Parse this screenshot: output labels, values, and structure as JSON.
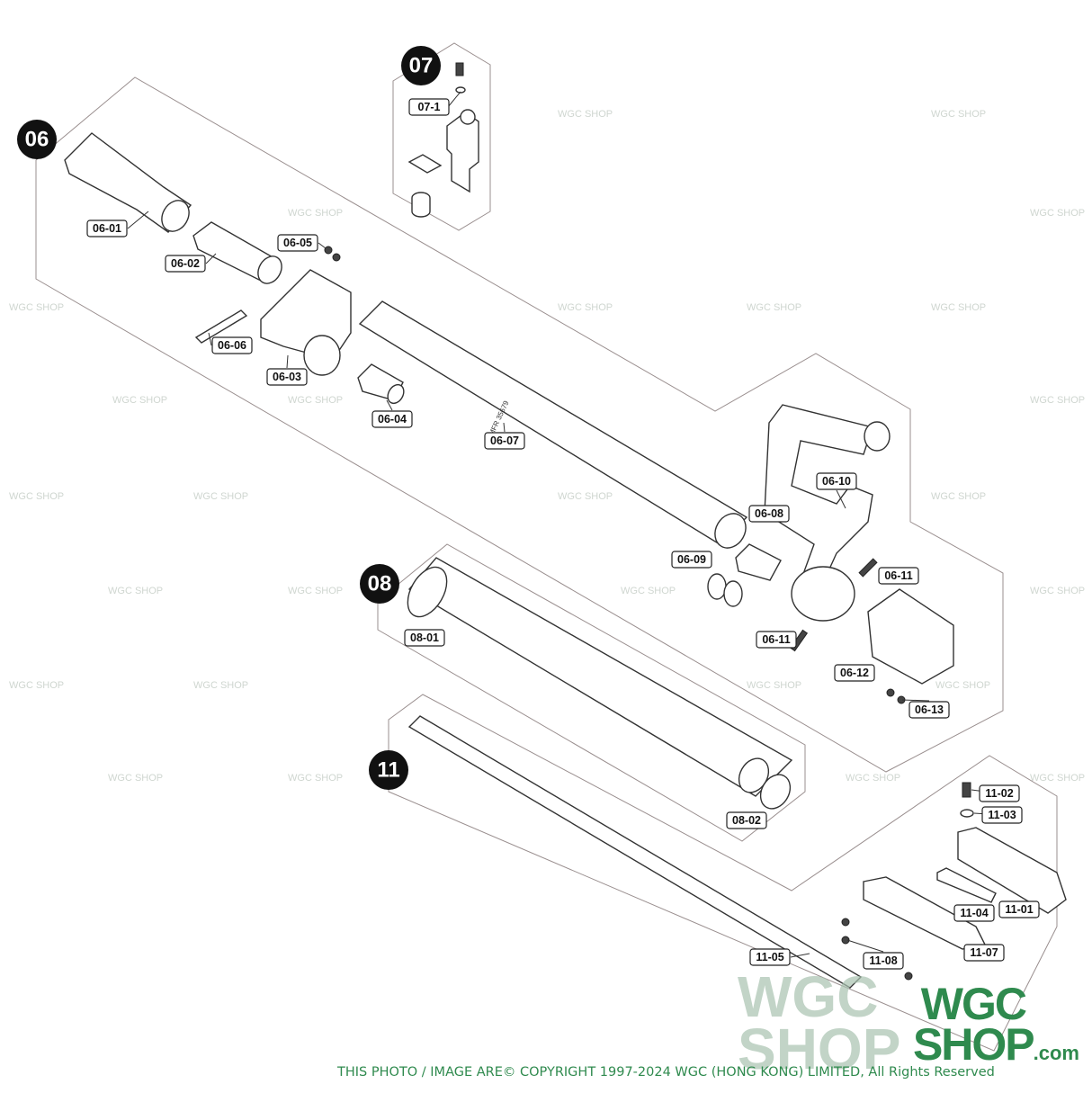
{
  "groups": [
    {
      "id": "06"
    },
    {
      "id": "07"
    },
    {
      "id": "08"
    },
    {
      "id": "11"
    }
  ],
  "labels": {
    "p07_1": "07-1",
    "p06_01": "06-01",
    "p06_02": "06-02",
    "p06_03": "06-03",
    "p06_04": "06-04",
    "p06_05": "06-05",
    "p06_06": "06-06",
    "p06_07": "06-07",
    "p06_08": "06-08",
    "p06_09": "06-09",
    "p06_10": "06-10",
    "p06_11a": "06-11",
    "p06_11b": "06-11",
    "p06_12": "06-12",
    "p06_13": "06-13",
    "p08_01": "08-01",
    "p08_02": "08-02",
    "p11_01": "11-01",
    "p11_02": "11-02",
    "p11_03": "11-03",
    "p11_04": "11-04",
    "p11_05": "11-05",
    "p11_07": "11-07",
    "p11_08": "11-08"
  },
  "barrel_marking": "MFR 35679",
  "watermark": {
    "line1": "WGC",
    "line2": "SHOP",
    "suffix": ".com",
    "color": "#2f8a4e"
  },
  "copyright": "THIS PHOTO / IMAGE ARE© COPYRIGHT 1997-2024 WGC (HONG KONG) LIMITED, All Rights Reserved"
}
